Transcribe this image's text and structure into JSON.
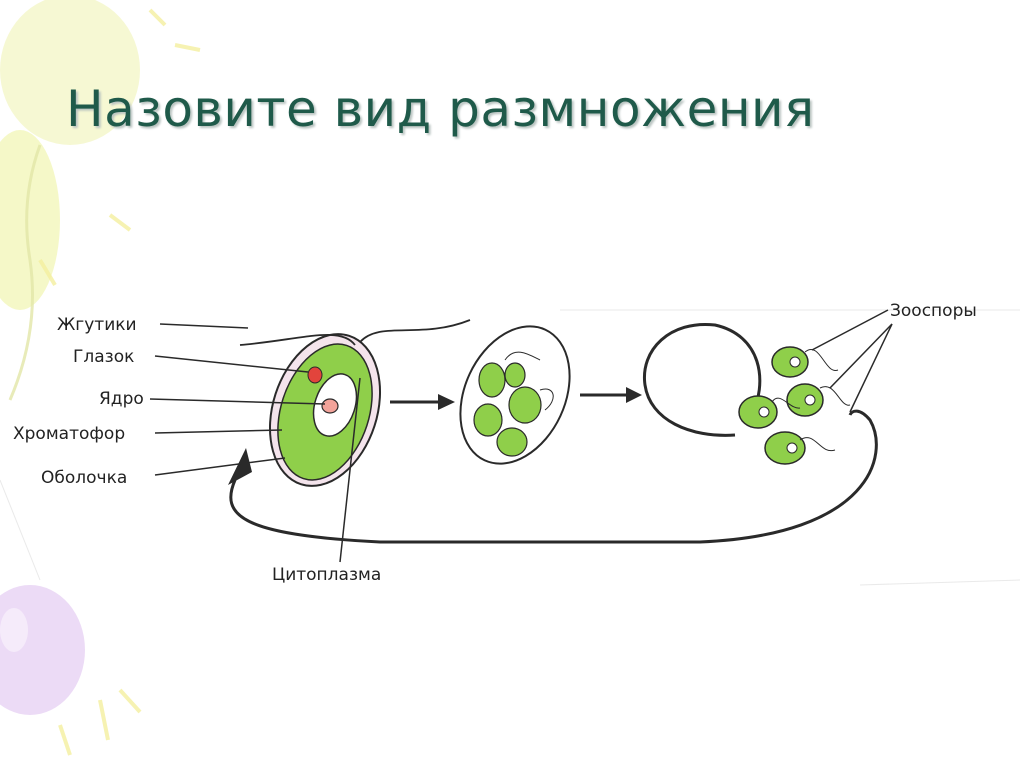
{
  "slide": {
    "title": "Назовите вид размножения"
  },
  "diagram": {
    "labels": {
      "flagella": "Жгутики",
      "eyespot": "Глазок",
      "nucleus": "Ядро",
      "chromatophore": "Хроматофор",
      "membrane": "Оболочка",
      "cytoplasm": "Цитоплазма",
      "zoospores": "Зооспоры"
    },
    "colors": {
      "chromatophore": "#8fcf4a",
      "eyespot": "#e2443c",
      "outline": "#2a2a2a",
      "title": "#1f5a4a",
      "balloon_yellow": "#f1f5b0",
      "balloon_purple": "#e9d5f4"
    }
  }
}
